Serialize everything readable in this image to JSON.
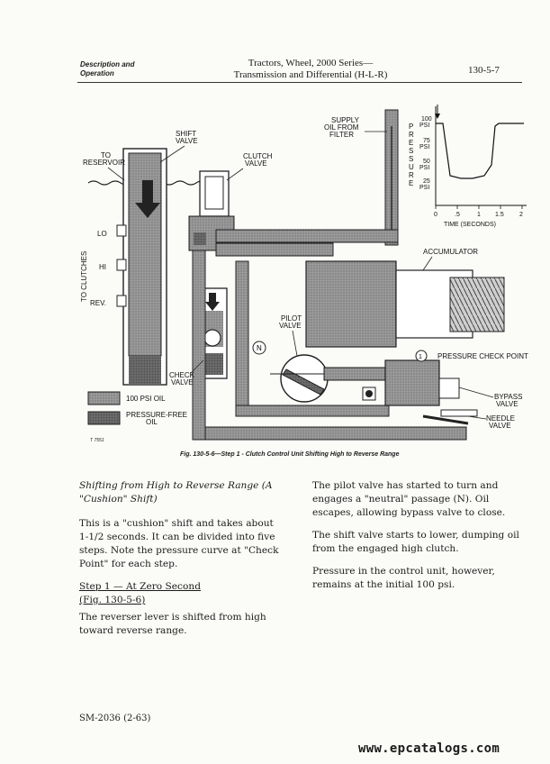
{
  "header": {
    "section_line1": "Description and",
    "section_line2": "Operation",
    "title_line1": "Tractors, Wheel, 2000 Series—",
    "title_line2": "Transmission and Differential (H-L-R)",
    "page_number": "130-5-7"
  },
  "figure": {
    "labels": {
      "shift_valve_1": "SHIFT",
      "shift_valve_2": "VALVE",
      "to_reservoir_1": "TO",
      "to_reservoir_2": "RESERVOIR",
      "clutch_valve_1": "CLUTCH",
      "clutch_valve_2": "VALVE",
      "supply_1": "SUPPLY",
      "supply_2": "OIL FROM",
      "supply_3": "FILTER",
      "lo": "LO",
      "hi": "HI",
      "rev": "REV.",
      "to_clutches": "TO CLUTCHES",
      "accumulator": "ACCUMULATOR",
      "pilot_valve_1": "PILOT",
      "pilot_valve_2": "VALVE",
      "n_marker": "N",
      "pressure_check_point": "PRESSURE CHECK POINT",
      "check_valve_1": "CHECK",
      "check_valve_2": "VALVE",
      "bypass_1": "BYPASS",
      "bypass_2": "VALVE",
      "needle_1": "NEEDLE",
      "needle_2": "VALVE",
      "legend_100": "100 PSI OIL",
      "legend_free_1": "PRESSURE-FREE",
      "legend_free_2": "OIL",
      "fig_code": "T 7551"
    },
    "graph": {
      "pressure_vertical": "PRESSURE",
      "y_ticks": [
        "100",
        "75",
        "50",
        "25"
      ],
      "y_unit": "PSI",
      "x_ticks": [
        "0",
        ".5",
        "1",
        "1.5",
        "2"
      ],
      "x_label": "TIME (SECONDS)"
    },
    "caption": "Fig. 130-5-6—Step 1 - Clutch Control Unit Shifting High to Reverse Range"
  },
  "left_column": {
    "heading_line1": "Shifting from High to Reverse Range (A",
    "heading_line2": "\"Cushion\" Shift)",
    "para1": "This is a \"cushion\" shift and takes about 1-1/2 seconds. It can be divided into five steps. Note the pressure curve at \"Check Point\" for each step.",
    "step_heading": "Step 1 — At Zero Second",
    "step_fig": "(Fig. 130-5-6)",
    "para2": "The reverser lever is shifted from high toward reverse range."
  },
  "right_column": {
    "para1": "The pilot valve has started to turn and engages a \"neutral\" passage (N). Oil escapes, allowing bypass valve to close.",
    "para2": "The shift valve starts to lower, dumping oil from the engaged high clutch.",
    "para3": "Pressure in the control unit, however, remains at the initial 100 psi."
  },
  "footer": {
    "code": "SM-2036 (2-63)"
  },
  "watermark": "www.epcatalogs.com"
}
